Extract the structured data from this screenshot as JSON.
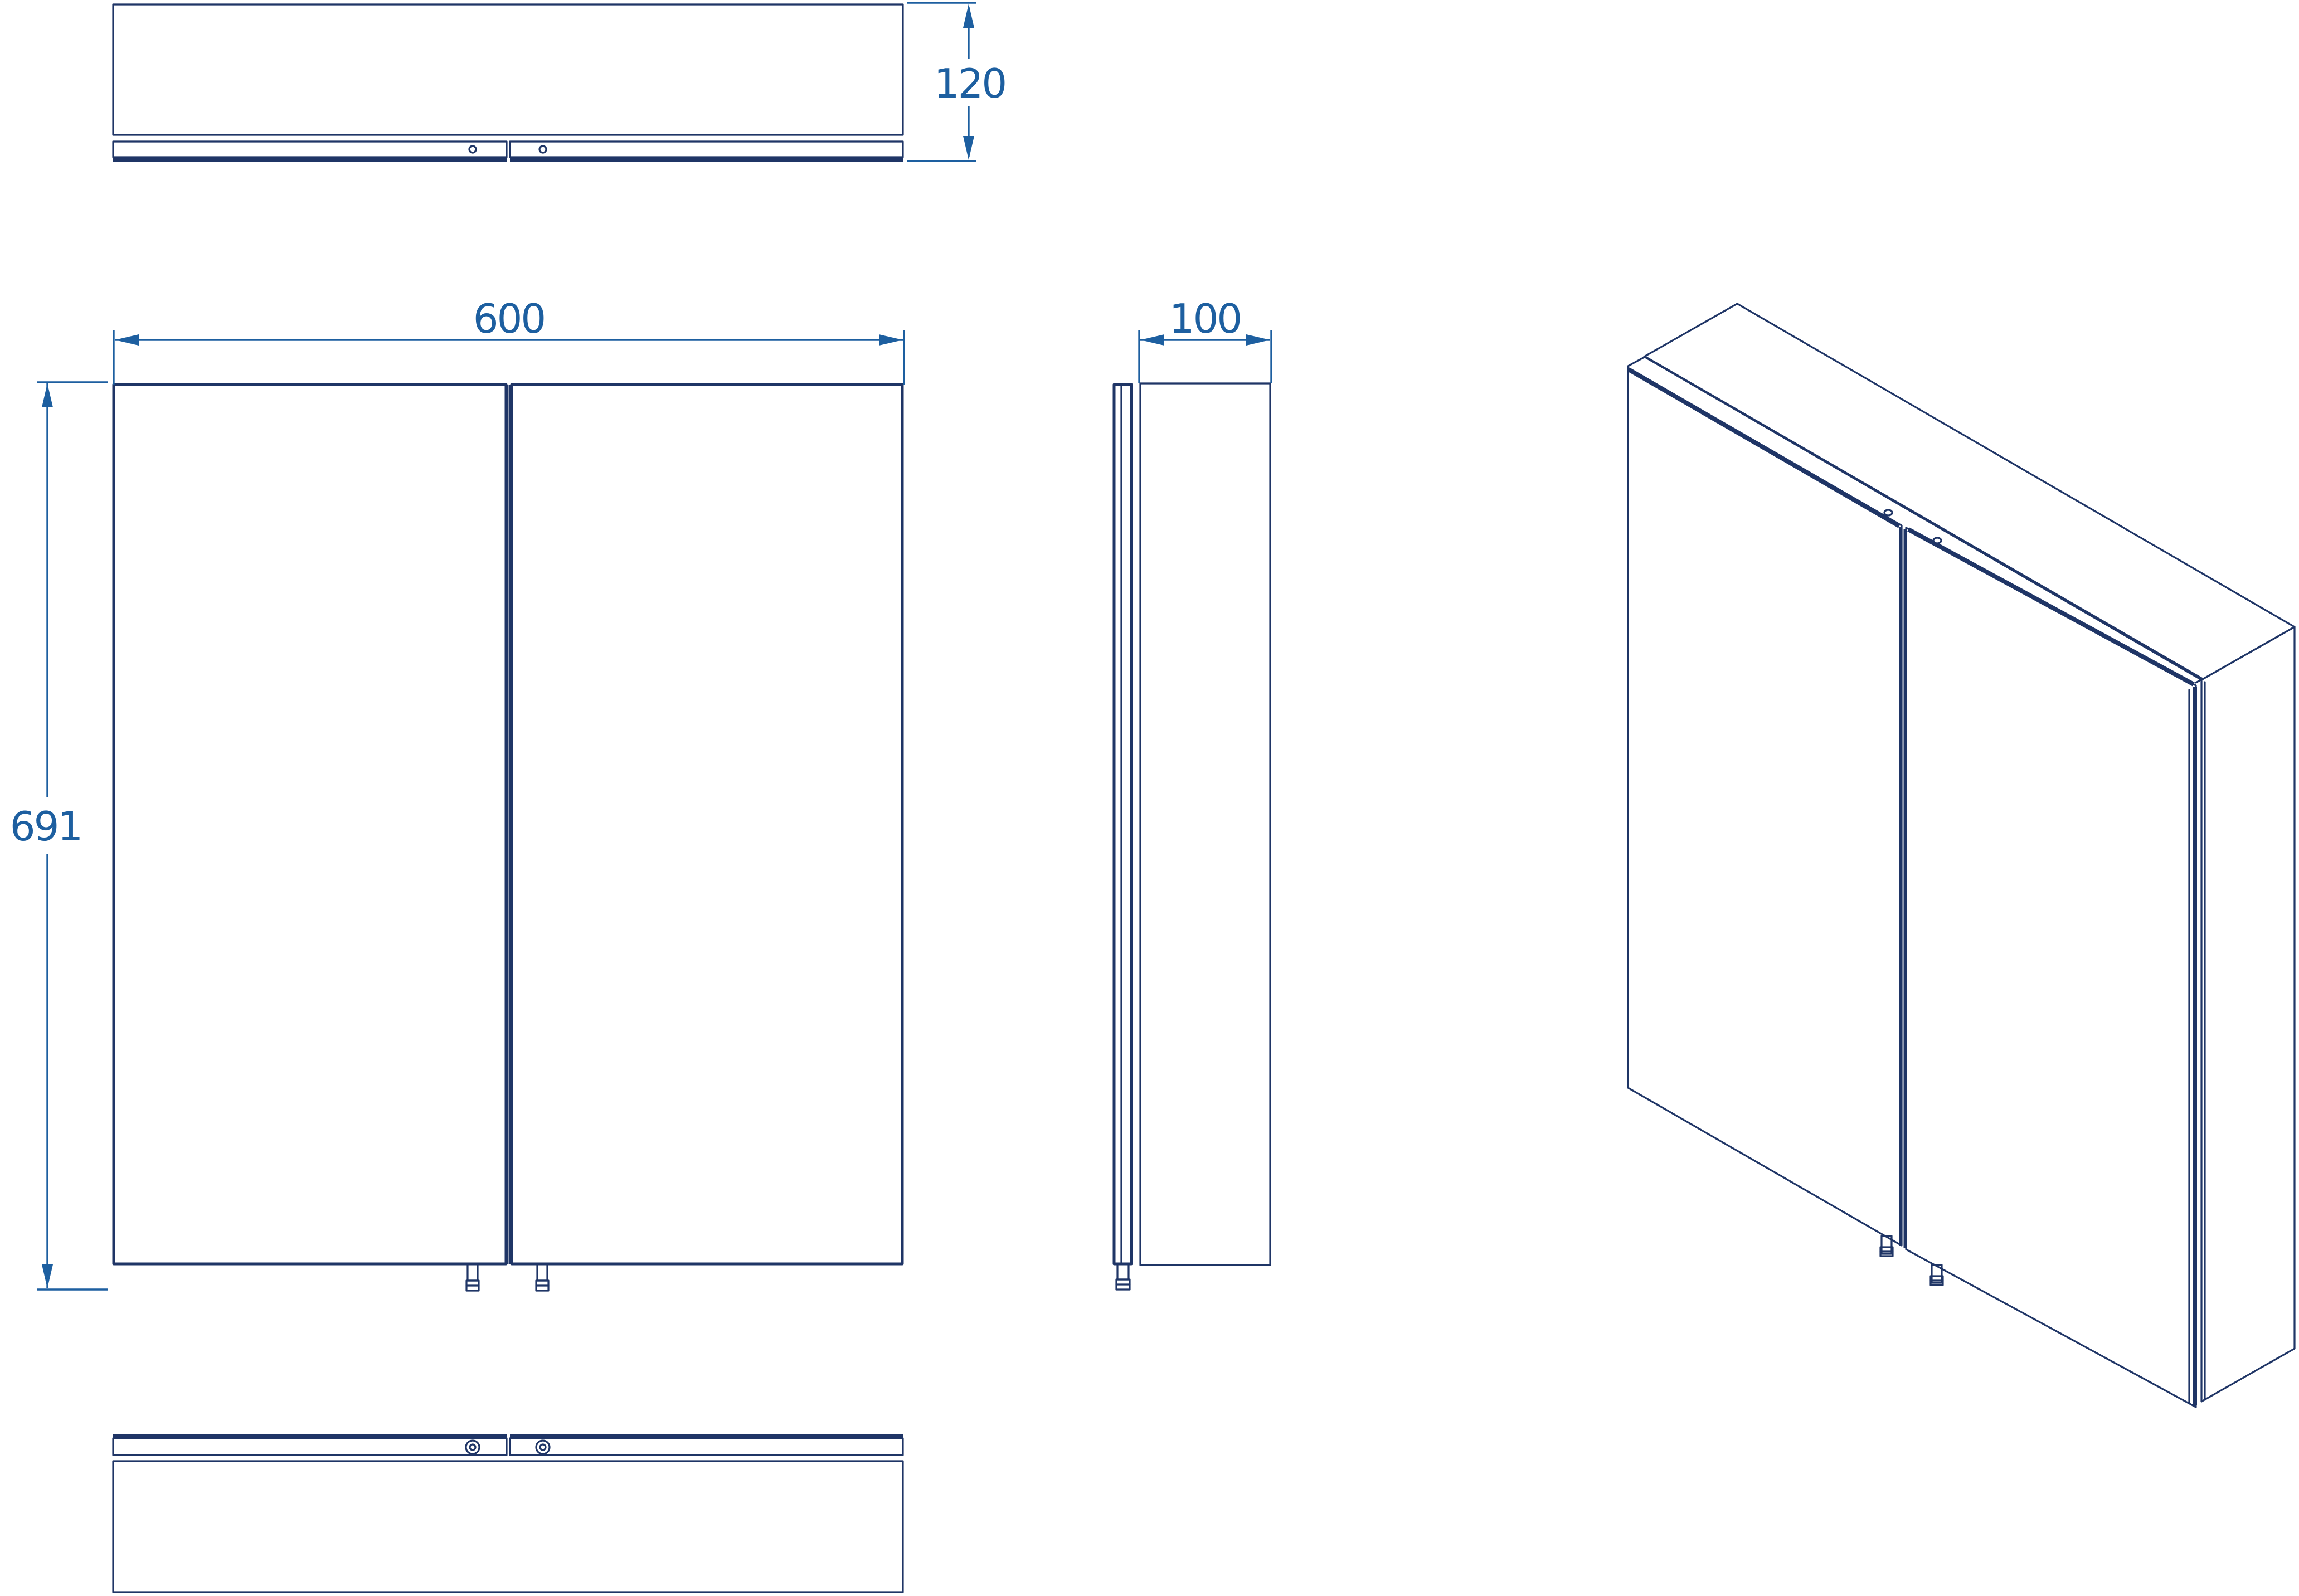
{
  "dimensions": {
    "depth_top": "120",
    "width": "600",
    "depth_side": "100",
    "height": "691"
  },
  "colors": {
    "line": "#1f3566",
    "dimension": "#1d5fa0",
    "background": "#ffffff"
  }
}
